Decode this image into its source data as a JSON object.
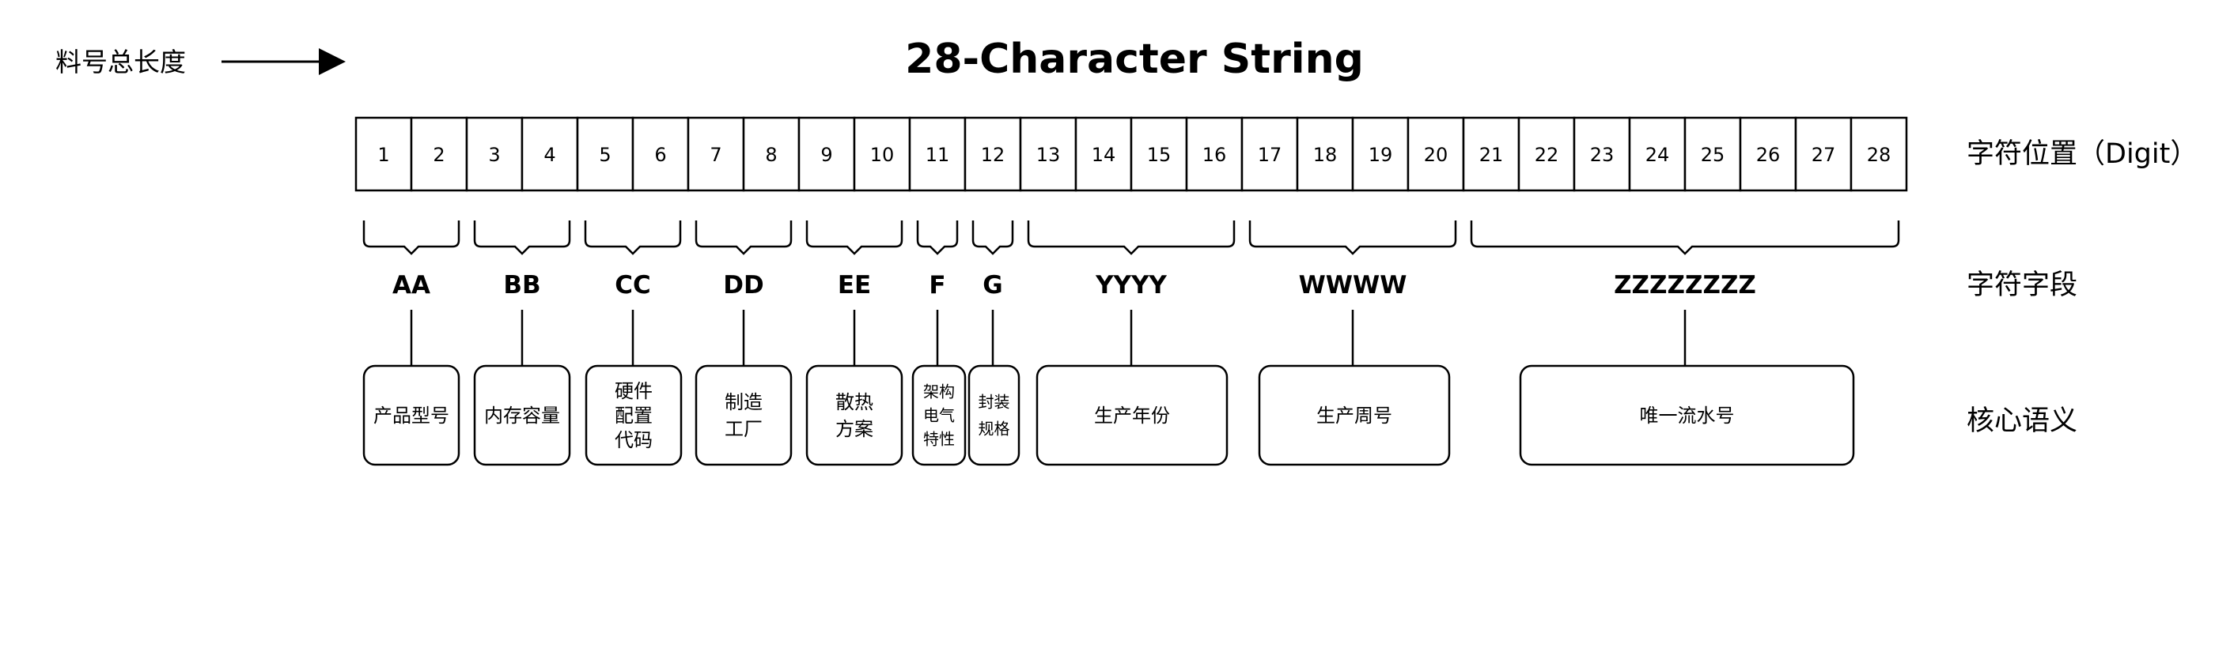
{
  "title": "28-Character String",
  "total_length_label": "料号总长度",
  "row_labels": {
    "position": "字符位置（Digit）",
    "field": "字符字段",
    "semantic": "核心语义"
  },
  "digits": [
    "1",
    "2",
    "3",
    "4",
    "5",
    "6",
    "7",
    "8",
    "9",
    "10",
    "11",
    "12",
    "13",
    "14",
    "15",
    "16",
    "17",
    "18",
    "19",
    "20",
    "21",
    "22",
    "23",
    "24",
    "25",
    "26",
    "27",
    "28"
  ],
  "fields": [
    {
      "code": "AA",
      "start": 1,
      "end": 2,
      "semantic_lines": [
        "产品型号"
      ]
    },
    {
      "code": "BB",
      "start": 3,
      "end": 4,
      "semantic_lines": [
        "内存容量"
      ]
    },
    {
      "code": "CC",
      "start": 5,
      "end": 6,
      "semantic_lines": [
        "硬件",
        "配置",
        "代码"
      ]
    },
    {
      "code": "DD",
      "start": 7,
      "end": 8,
      "semantic_lines": [
        "制造",
        "工厂"
      ]
    },
    {
      "code": "EE",
      "start": 9,
      "end": 10,
      "semantic_lines": [
        "散热",
        "方案"
      ]
    },
    {
      "code": "F",
      "start": 11,
      "end": 11,
      "semantic_lines": [
        "架构",
        "电气",
        "特性"
      ]
    },
    {
      "code": "G",
      "start": 12,
      "end": 12,
      "semantic_lines": [
        "封装",
        "规格"
      ]
    },
    {
      "code": "YYYY",
      "start": 13,
      "end": 16,
      "semantic_lines": [
        "生产年份"
      ]
    },
    {
      "code": "WWWW",
      "start": 17,
      "end": 20,
      "semantic_lines": [
        "生产周号"
      ]
    },
    {
      "code": "ZZZZZZZZ",
      "start": 21,
      "end": 28,
      "semantic_lines": [
        "唯一流水号"
      ]
    }
  ]
}
